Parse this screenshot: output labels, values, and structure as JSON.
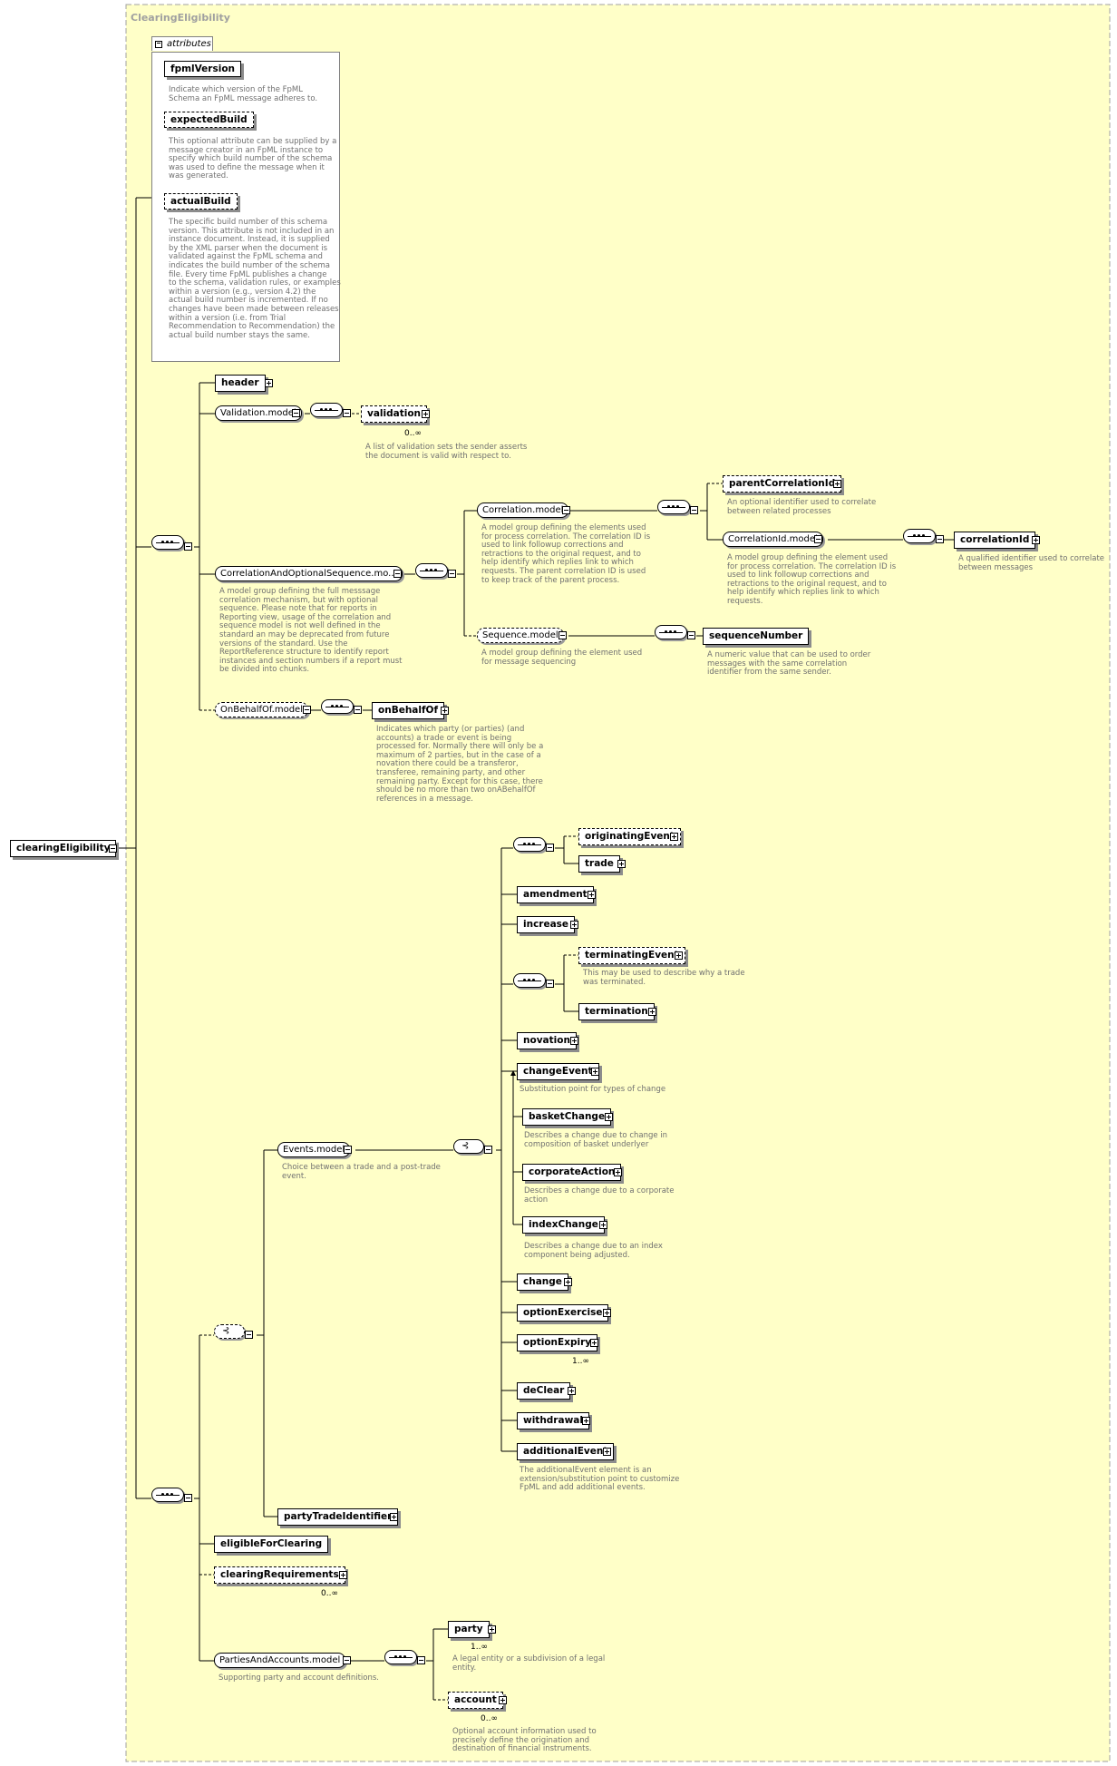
{
  "diagram": {
    "title": "ClearingEligibility",
    "root": "clearingEligibility",
    "attributes_tab": "attributes",
    "attributes": [
      {
        "name": "fpmlVersion",
        "desc": [
          "Indicate which version of the FpML",
          "Schema an FpML message adheres to."
        ]
      },
      {
        "name": "expectedBuild",
        "desc": [
          "This optional attribute can be supplied by a",
          "message creator in an FpML instance to",
          "specify which build number of the schema",
          "was used to define the message when it",
          "was generated."
        ]
      },
      {
        "name": "actualBuild",
        "desc": [
          "The specific build number of this schema",
          "version. This attribute is not included in an",
          "instance document. Instead, it is supplied",
          "by the XML parser when the document is",
          "validated against the FpML schema and",
          "indicates the build number of the schema",
          "file. Every time FpML publishes a change",
          "to the schema, validation rules, or examples",
          "within a version (e.g., version 4.2) the",
          "actual build number is incremented. If no",
          "changes have been made between releases",
          "within a version (i.e. from Trial",
          "Recommendation to Recommendation) the",
          "actual build number stays the same."
        ]
      }
    ],
    "elements": {
      "header": "header",
      "validation_model": "Validation.model",
      "validation": "validation",
      "validation_occ": "0..∞",
      "validation_desc": [
        "A list of validation sets the sender asserts",
        "the document is valid with respect to."
      ],
      "corr_opt_seq": "CorrelationAndOptionalSequence.mo...",
      "corr_opt_seq_desc": [
        "A model group defining the full messsage",
        "correlation mechanism, but with optional",
        "sequence. Please note that for reports in",
        "Reporting view, usage of the correlation and",
        "sequence model is not well defined in the",
        "standard an may be deprecated from future",
        "versions of the standard. Use the",
        "ReportReference structure to identify report",
        "instances and section numbers if a report must",
        "be divided into chunks."
      ],
      "correlation_model": "Correlation.model",
      "correlation_model_desc": [
        "A model group defining the elements used",
        "for process correlation. The correlation ID is",
        "used to link followup corrections and",
        "retractions to the original request, and to",
        "help identify which replies link to which",
        "requests. The parent correlation ID is used",
        "to keep track of the parent process."
      ],
      "parent_correlation_id": "parentCorrelationId",
      "parent_correlation_id_desc": [
        "An optional identifier used to correlate",
        "between related processes"
      ],
      "correlation_id_model": "CorrelationId.model",
      "correlation_id_model_desc": [
        "A model group defining the element used",
        "for process correlation. The correlation ID is",
        "used to link followup corrections and",
        "retractions to the original request, and to",
        "help identify which replies link to which",
        "requests."
      ],
      "correlation_id": "correlationId",
      "correlation_id_desc": [
        "A qualified identifier used to correlate",
        "between messages"
      ],
      "sequence_model": "Sequence.model",
      "sequence_model_desc": [
        "A model group defining the element used",
        "for message sequencing"
      ],
      "sequence_number": "sequenceNumber",
      "sequence_number_desc": [
        "A numeric value that can be used to order",
        "messages with the same correlation",
        "identifier from the same sender."
      ],
      "on_behalf_of_model": "OnBehalfOf.model",
      "on_behalf_of": "onBehalfOf",
      "on_behalf_of_desc": [
        "Indicates which party (or parties) (and",
        "accounts) a trade or event is being",
        "processed for. Normally there will only be a",
        "maximum of 2 parties, but in the case of a",
        "novation there could be a transferor,",
        "transferee, remaining party, and other",
        "remaining party. Except for this case, there",
        "should be no more than two onABehalfOf",
        "references in a message."
      ],
      "events_model": "Events.model",
      "events_model_desc": [
        "Choice between a trade and a post-trade",
        "event."
      ],
      "originating_event": "originatingEvent",
      "trade": "trade",
      "amendment": "amendment",
      "increase": "increase",
      "terminating_event": "terminatingEvent",
      "terminating_event_desc": [
        "This may be used to describe why a trade",
        "was terminated."
      ],
      "termination": "termination",
      "novation": "novation",
      "change_event": "changeEvent",
      "change_event_desc": [
        "Substitution point for types of change"
      ],
      "basket_change": "basketChange",
      "basket_change_desc": [
        "Describes a change due to change in",
        "composition of basket underlyer"
      ],
      "corporate_action": "corporateAction",
      "corporate_action_desc": [
        "Describes a change due to a corporate",
        "action"
      ],
      "index_change": "indexChange",
      "index_change_desc": [
        "Describes a change due to an index",
        "component being adjusted."
      ],
      "change": "change",
      "option_exercise": "optionExercise",
      "option_expiry": "optionExpiry",
      "option_expiry_occ": "1..∞",
      "de_clear": "deClear",
      "withdrawal": "withdrawal",
      "additional_event": "additionalEvent",
      "additional_event_desc": [
        "The additionalEvent element is an",
        "extension/substitution point to customize",
        "FpML and add additional events."
      ],
      "party_trade_identifier": "partyTradeIdentifier",
      "eligible_for_clearing": "eligibleForClearing",
      "clearing_requirements": "clearingRequirements",
      "clearing_requirements_occ": "0..∞",
      "parties_accounts_model": "PartiesAndAccounts.model",
      "parties_accounts_model_desc": [
        "Supporting party and account definitions."
      ],
      "party": "party",
      "party_occ": "1..∞",
      "party_desc": [
        "A legal entity or a subdivision of a legal",
        "entity."
      ],
      "account": "account",
      "account_occ": "0..∞",
      "account_desc": [
        "Optional account information used to",
        "precisely define the origination and",
        "destination of financial instruments."
      ]
    },
    "colors": {
      "panel_fill": "#ffffc8",
      "panel_border": "#a0a0a0",
      "annotation_text": "#707070",
      "title_text": "#a0a0a0"
    }
  }
}
